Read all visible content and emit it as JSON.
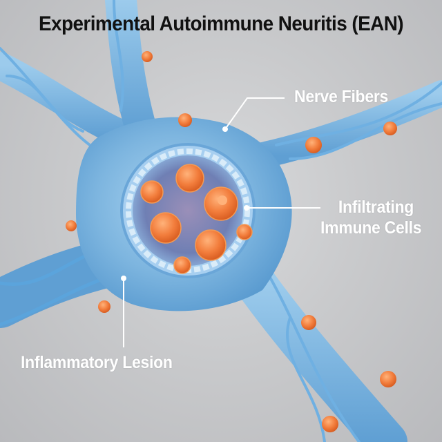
{
  "title": "Experimental Autoimmune Neuritis (EAN)",
  "labels": {
    "nerve_fibers": "Nerve Fibers",
    "infiltrating_line1": "Infiltrating",
    "infiltrating_line2": "Immune Cells",
    "inflammatory_lesion": "Inflammatory Lesion"
  },
  "colors": {
    "background": "#c9cacc",
    "nerve_blue": "#7fb8e0",
    "nerve_dark": "#4d8fc7",
    "immune_orange": "#f07a3a",
    "title_text": "#111111",
    "label_text": "#ffffff"
  }
}
